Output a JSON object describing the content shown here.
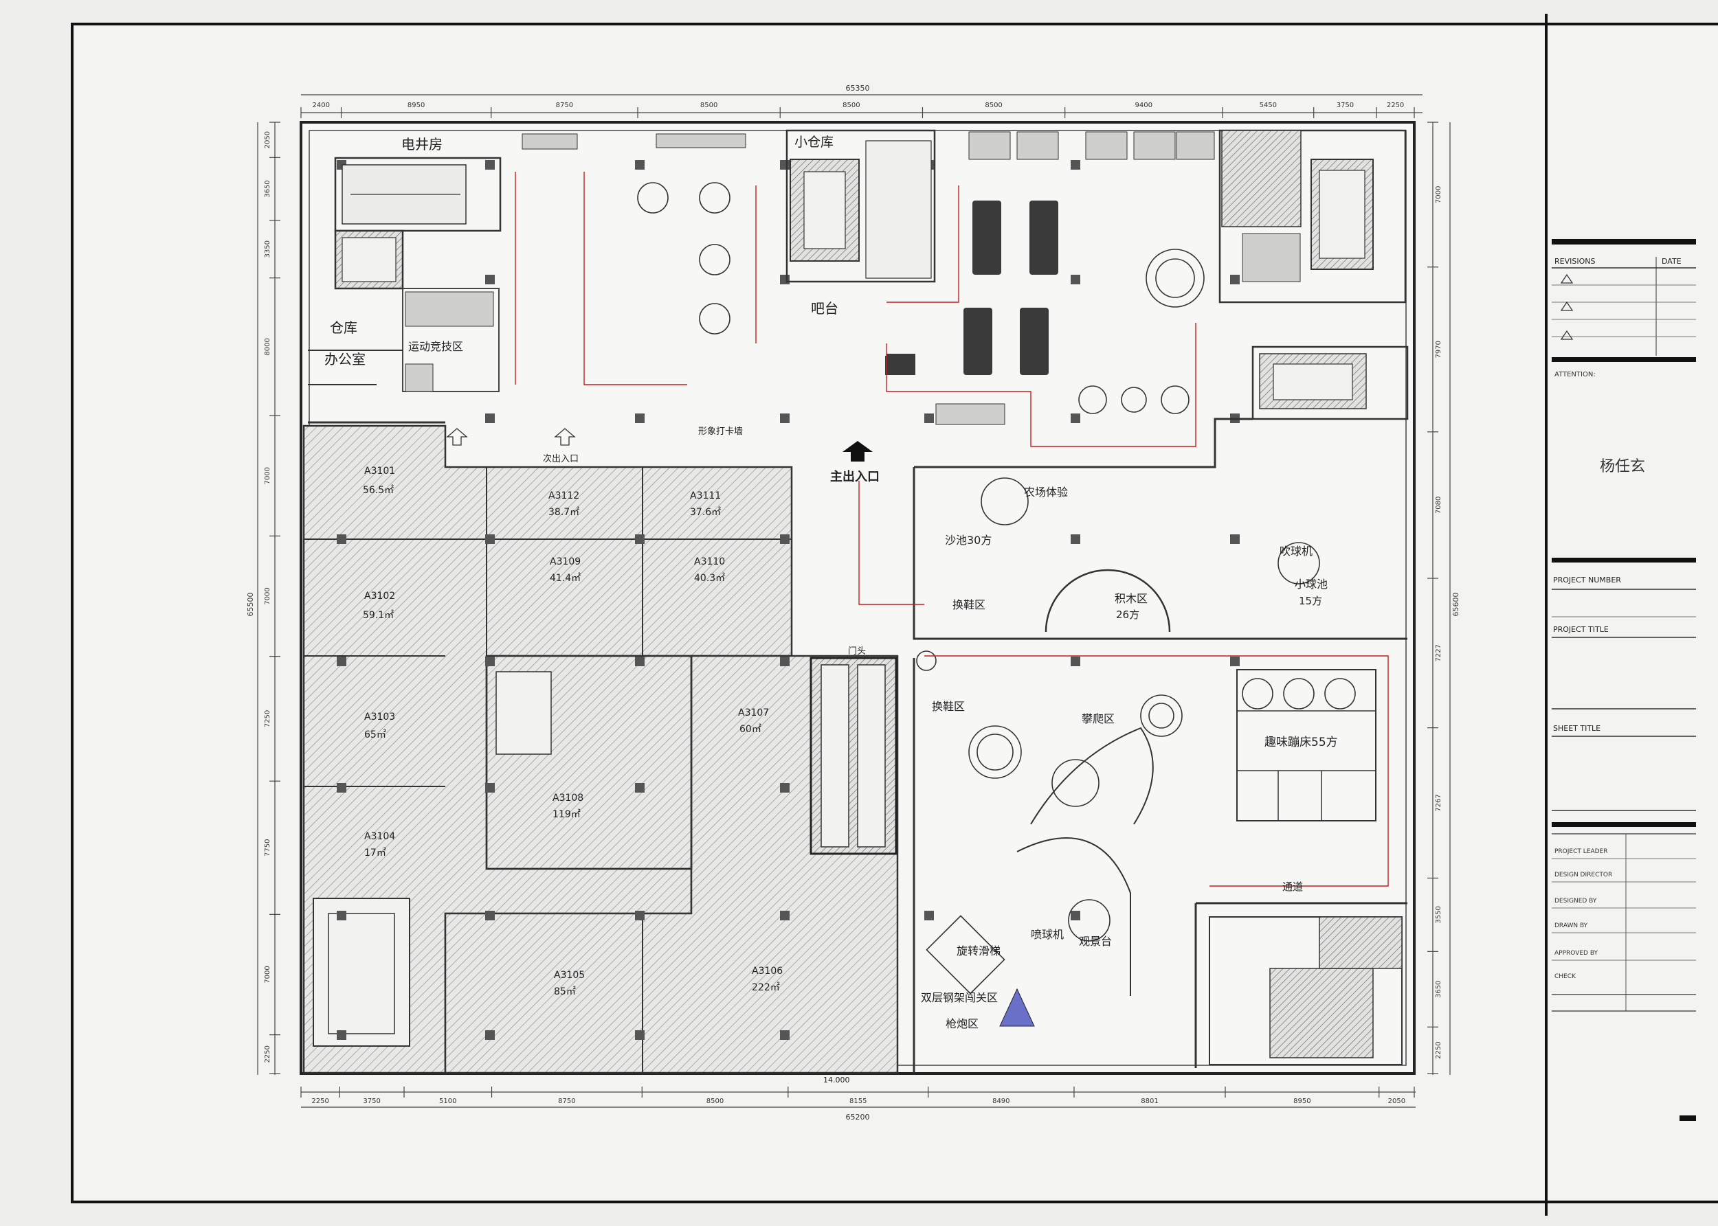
{
  "drawing": {
    "dimensions_top": [
      "2400",
      "8950",
      "8750",
      "8500",
      "8500",
      "8500",
      "9400",
      "5450",
      "3750",
      "2250"
    ],
    "total_top": "65350",
    "dimensions_bottom": [
      "2250",
      "3750",
      "5100",
      "8750",
      "8500",
      "8155",
      "8490",
      "8801",
      "8950",
      "2050"
    ],
    "total_bottom": "65200",
    "dimensions_left": [
      "2050",
      "3650",
      "3350",
      "8000",
      "7000",
      "7000",
      "7250",
      "7750",
      "7000",
      "2250"
    ],
    "total_left": "65500",
    "dimensions_right": [
      "7000",
      "7970",
      "7080",
      "7227",
      "7267",
      "3550",
      "3650",
      "2250"
    ],
    "total_right": "65600",
    "elevation_label": "14.000",
    "rooms": {
      "electric_room": "电井房",
      "small_warehouse": "小仓库",
      "warehouse": "仓库",
      "office": "办公室",
      "sports_zone": "运动竞技区",
      "bar": "吧台",
      "photo_wall": "形象打卡墙",
      "secondary_entrance": "次出入口",
      "main_entrance": "主出入口",
      "sand_pool": "沙池30方",
      "farm_experience": "农场体验",
      "shoe_zone": "换鞋区",
      "blocks_zone": "积木区",
      "blocks_area": "26方",
      "ball_blower": "吹球机",
      "ball_pool": "小球池",
      "ball_pool_area": "15方",
      "shoe_zone_2": "换鞋区",
      "climbing_zone": "攀爬区",
      "trampoline": "趣味蹦床55方",
      "double_steel": "双层钢架闯关区",
      "slide": "旋转滑梯",
      "gun_zone": "枪炮区",
      "ball_machine": "喷球机",
      "observatory": "观景台",
      "gate": "门头",
      "channel": "通道"
    },
    "units": [
      {
        "code": "A3101",
        "area": "56.5㎡"
      },
      {
        "code": "A3102",
        "area": "59.1㎡"
      },
      {
        "code": "A3103",
        "area": "65㎡"
      },
      {
        "code": "A3104",
        "area": "17㎡"
      },
      {
        "code": "A3105",
        "area": "85㎡"
      },
      {
        "code": "A3106",
        "area": "222㎡"
      },
      {
        "code": "A3107",
        "area": "60㎡"
      },
      {
        "code": "A3108",
        "area": "119㎡"
      },
      {
        "code": "A3109",
        "area": "41.4㎡"
      },
      {
        "code": "A3110",
        "area": "40.3㎡"
      },
      {
        "code": "A3111",
        "area": "37.6㎡"
      },
      {
        "code": "A3112",
        "area": "38.7㎡"
      }
    ]
  },
  "title_block": {
    "revisions": "REVISIONS",
    "date": "DATE",
    "attention": "ATTENTION:",
    "designer_name": "杨任玄",
    "project_number": "PROJECT NUMBER",
    "project_title": "PROJECT TITLE",
    "sheet_title": "SHEET TITLE",
    "project_leader": "PROJECT LEADER",
    "design_director": "DESIGN DIRECTOR",
    "designed_by": "DESIGNED BY",
    "drawn_by": "DRAWN BY",
    "approved_by": "APPROVED BY",
    "check": "CHECK"
  },
  "colors": {
    "line": "#222222",
    "accent_red": "#c41e1e",
    "hatch": "#9a9a9a",
    "paper": "#f3f3f1"
  }
}
